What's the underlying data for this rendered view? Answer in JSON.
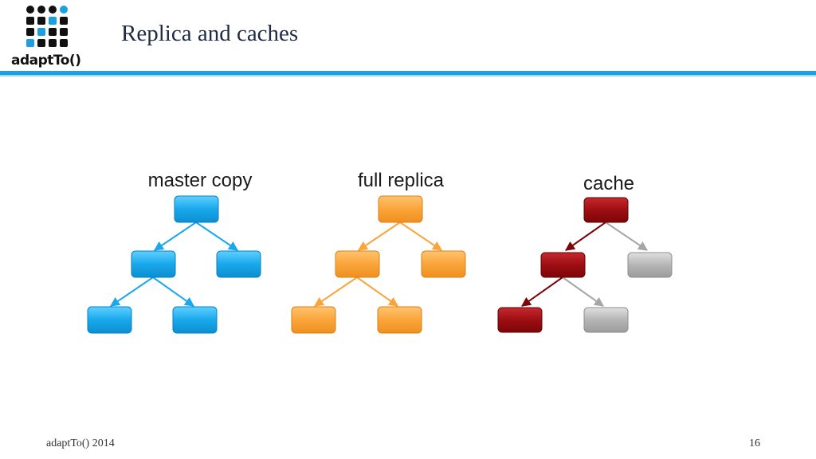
{
  "slide": {
    "logo_text": "adaptTo()",
    "title": "Replica and caches",
    "footer_left": "adaptTo() 2014",
    "page_number": "16"
  },
  "colors": {
    "accent": "#1ba1e2",
    "master": "#19a8ec",
    "replica": "#faa43a",
    "cache": "#9d0e12",
    "empty": "#b5b5b5"
  },
  "trees": [
    {
      "label": "master copy",
      "style": "master"
    },
    {
      "label": "full replica",
      "style": "replica"
    },
    {
      "label": "cache",
      "style": "cache"
    }
  ]
}
